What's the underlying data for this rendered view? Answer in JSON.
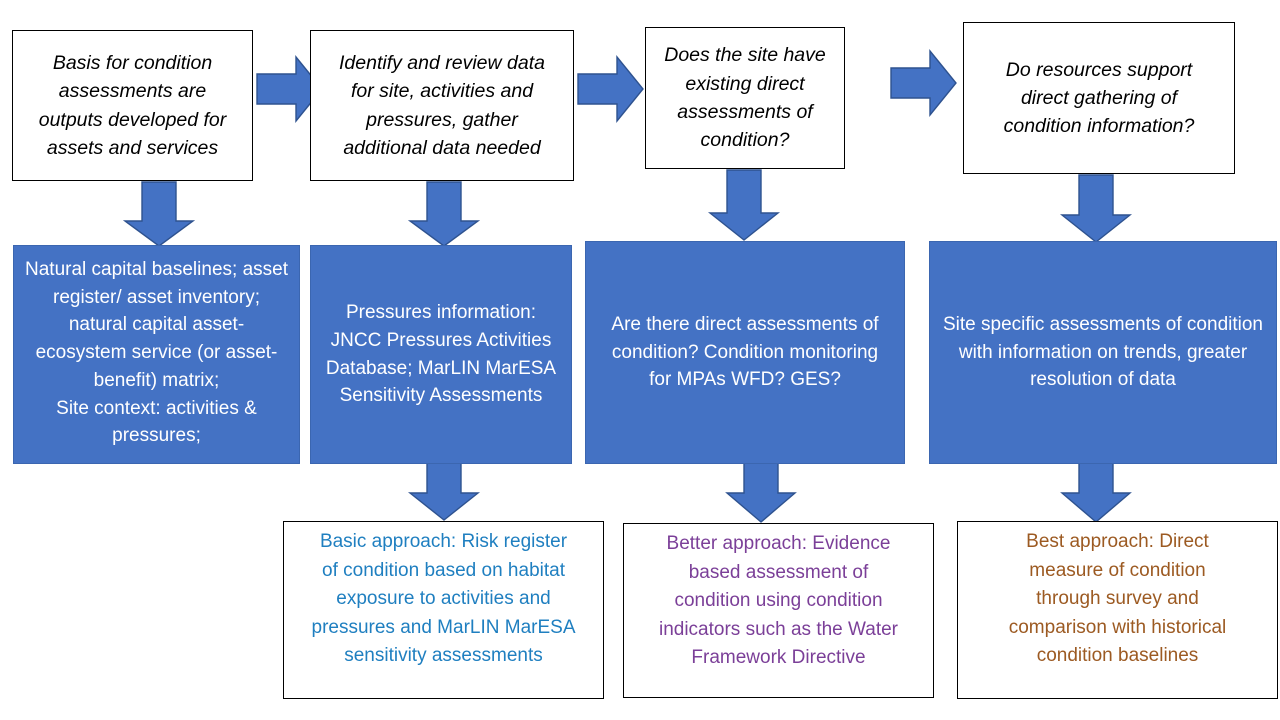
{
  "diagram": {
    "title": "Condition assessment approach flowchart",
    "colors": {
      "blue_fill": "#4472C4",
      "arrow_fill": "#4472C4",
      "arrow_outline": "#2E528F",
      "basic_text": "#1F7FC0",
      "better_text": "#7B3F98",
      "best_text": "#9C5A22",
      "box_outline": "#000000",
      "white_text": "#FFFFFF",
      "background": "#FFFFFF"
    },
    "steps": [
      {
        "id": "step-1",
        "label": "Basis for condition\nassessments are\noutputs developed for\nassets and services"
      },
      {
        "id": "step-2",
        "label": "Identify and review data\nfor site, activities and\npressures, gather\nadditional data needed"
      },
      {
        "id": "step-3",
        "label": "Does the site have\nexisting direct\nassessments of\ncondition?"
      },
      {
        "id": "step-4",
        "label": "Do resources support\ndirect gathering of\ncondition information?"
      }
    ],
    "inputs": [
      {
        "id": "input-1",
        "label": "Natural capital baselines; asset\nregister/ asset inventory;\nnatural capital asset-\necosystem service (or asset-\nbenefit) matrix;\nSite context: activities &\npressures;"
      },
      {
        "id": "input-2",
        "label": "Pressures information:\nJNCC Pressures Activities\nDatabase; MarLIN MarESA\nSensitivity Assessments"
      },
      {
        "id": "input-3",
        "label": "Are there direct assessments of\ncondition? Condition monitoring\nfor MPAs WFD? GES?"
      },
      {
        "id": "input-4",
        "label": "Site specific assessments of condition\nwith information on trends, greater\nresolution of data"
      }
    ],
    "outcomes": [
      {
        "id": "outcome-basic",
        "label": "Basic approach: Risk register\nof condition based on habitat\nexposure to activities and\npressures and MarLIN MarESA\nsensitivity assessments"
      },
      {
        "id": "outcome-better",
        "label": "Better approach: Evidence\nbased assessment of\ncondition using condition\nindicators such as the Water\nFramework Directive"
      },
      {
        "id": "outcome-best",
        "label": "Best approach: Direct\nmeasure of condition\nthrough survey and\ncomparison with historical\ncondition baselines"
      }
    ],
    "connectors": [
      {
        "id": "arrow-step1-step2",
        "direction": "right"
      },
      {
        "id": "arrow-step2-step3",
        "direction": "right"
      },
      {
        "id": "arrow-step3-step4",
        "direction": "right"
      },
      {
        "id": "arrow-step1-input1",
        "direction": "down"
      },
      {
        "id": "arrow-step2-input2",
        "direction": "down"
      },
      {
        "id": "arrow-step3-input3",
        "direction": "down"
      },
      {
        "id": "arrow-step4-input4",
        "direction": "down"
      },
      {
        "id": "arrow-input2-basic",
        "direction": "down"
      },
      {
        "id": "arrow-input3-better",
        "direction": "down"
      },
      {
        "id": "arrow-input4-best",
        "direction": "down"
      }
    ]
  }
}
